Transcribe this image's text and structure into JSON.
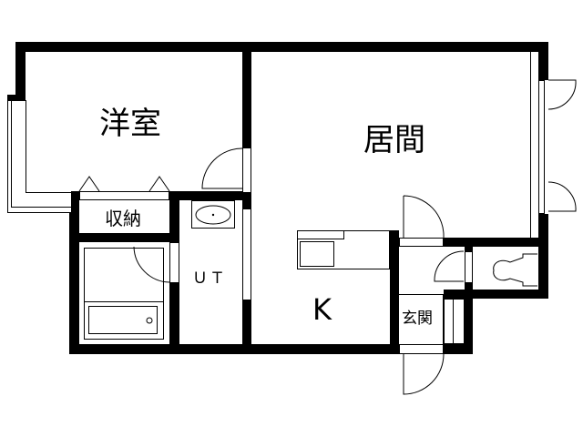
{
  "floor_plan": {
    "rooms": [
      {
        "id": "western-room",
        "label": "洋室"
      },
      {
        "id": "living-room",
        "label": "居間"
      },
      {
        "id": "storage",
        "label": "収納"
      },
      {
        "id": "unit-toilet",
        "label": "ＵＴ"
      },
      {
        "id": "kitchen",
        "label": "K"
      },
      {
        "id": "entrance",
        "label": "玄関"
      }
    ],
    "colors": {
      "wall": "#000000",
      "background": "#ffffff"
    }
  }
}
